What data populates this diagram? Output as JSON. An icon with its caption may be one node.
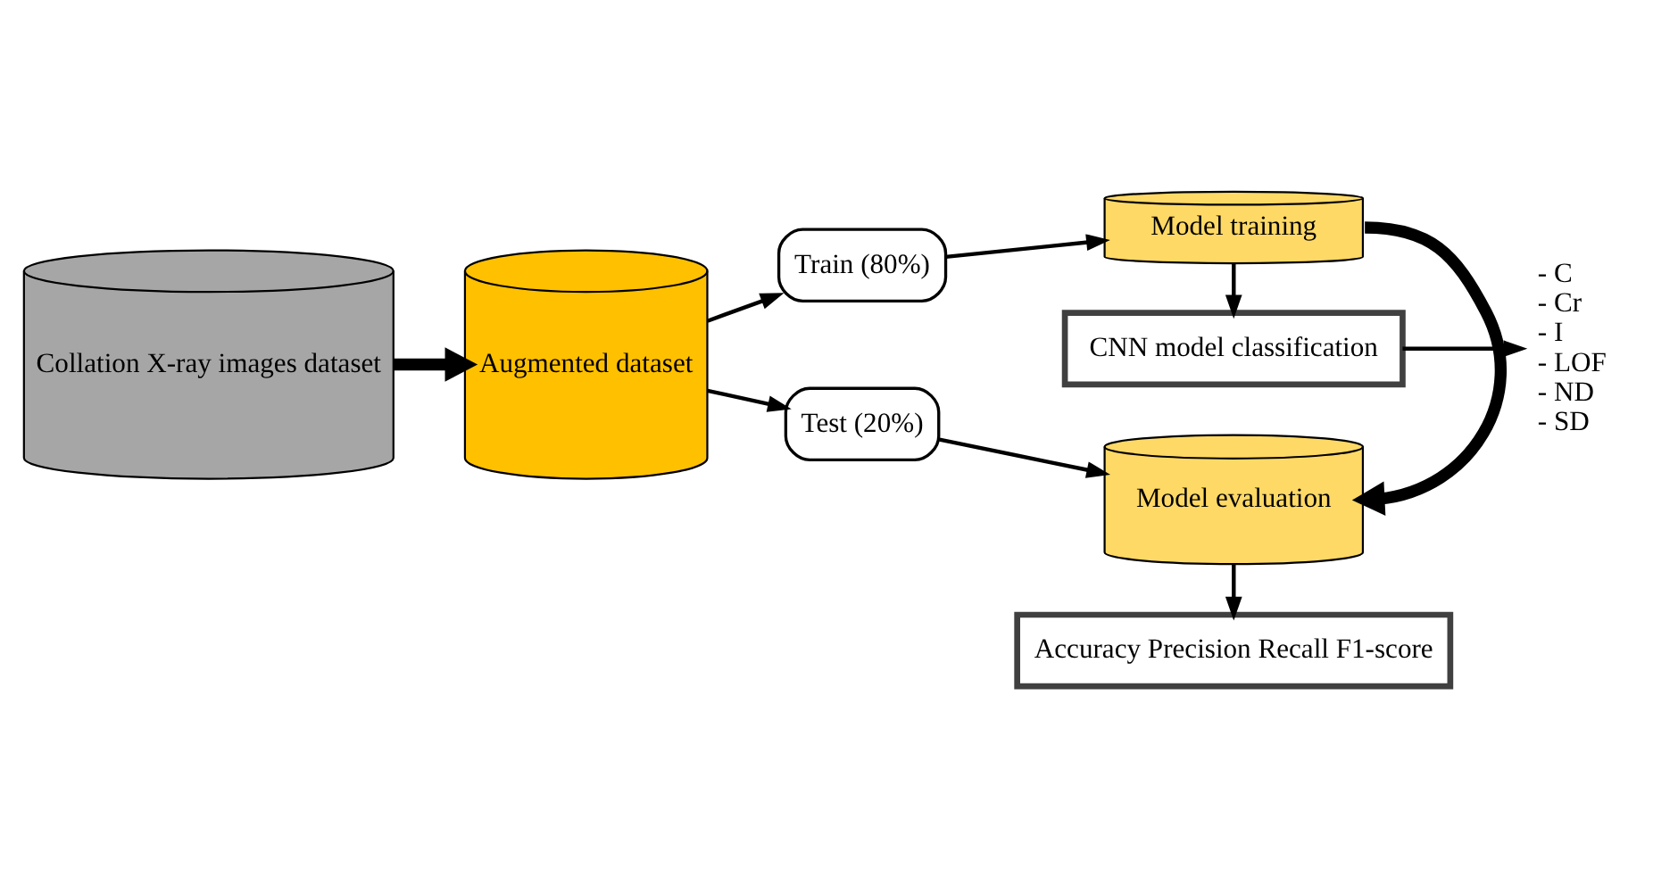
{
  "diagram": {
    "nodes": [
      {
        "text": [
          "Collation X-ray images dataset"
        ]
      },
      {
        "text": [
          "Augmented dataset"
        ]
      },
      {
        "text": [
          "Train (80%)"
        ]
      },
      {
        "text": [
          "Test (20%)"
        ]
      },
      {
        "text": [
          "Model training"
        ]
      },
      {
        "text": [
          "Model evaluation"
        ]
      },
      {
        "text": [
          "CNN model classification"
        ]
      },
      {
        "text": [
          "Accuracy Precision Recall F1-score"
        ]
      },
      {
        "text": [
          "- C",
          "- Cr",
          "- I",
          "- LOF",
          "- ND",
          "- SD"
        ]
      }
    ],
    "edges": [
      {
        "from": 0,
        "to": 1,
        "arrow": "to",
        "style": "thick"
      },
      {
        "from": 1,
        "to": 2,
        "arrow": "to"
      },
      {
        "from": 1,
        "to": 3,
        "arrow": "to"
      },
      {
        "from": 2,
        "to": 4,
        "arrow": "to"
      },
      {
        "from": 3,
        "to": 5,
        "arrow": "to"
      },
      {
        "from": 4,
        "to": 5,
        "arrow": "to",
        "style": "thick"
      },
      {
        "from": 4,
        "to": 6,
        "arrow": "to"
      },
      {
        "from": 6,
        "to": 8,
        "arrow": "to"
      },
      {
        "from": 5,
        "to": 7,
        "arrow": "to"
      }
    ]
  }
}
